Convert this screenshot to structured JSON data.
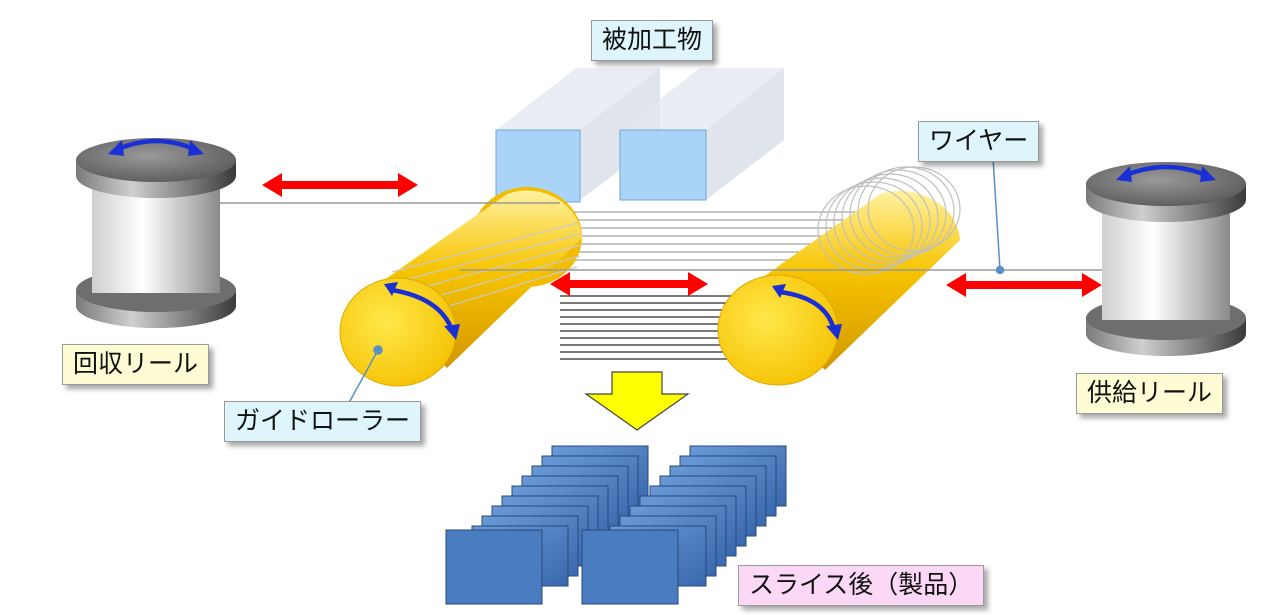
{
  "labels": {
    "workpiece": "被加工物",
    "wire": "ワイヤー",
    "take_up_reel": "回収リール",
    "guide_roller": "ガイドローラー",
    "supply_reel": "供給リール",
    "after_slicing": "スライス後（製品）"
  },
  "colors": {
    "motion_arrow": "#ff0000",
    "rotation_arrow": "#1a2fd6",
    "process_arrow": "#ffff00",
    "roller": "#f6c700",
    "workpiece": "#a9d4f7",
    "slices": "#4a7cc0",
    "label_blue": "#ddf5fb",
    "label_yellow": "#fdfcd4",
    "label_pink": "#fbd8f6"
  },
  "icons": [
    "bidirectional-arrow-icon",
    "rotation-arrow-icon",
    "down-arrow-icon"
  ]
}
